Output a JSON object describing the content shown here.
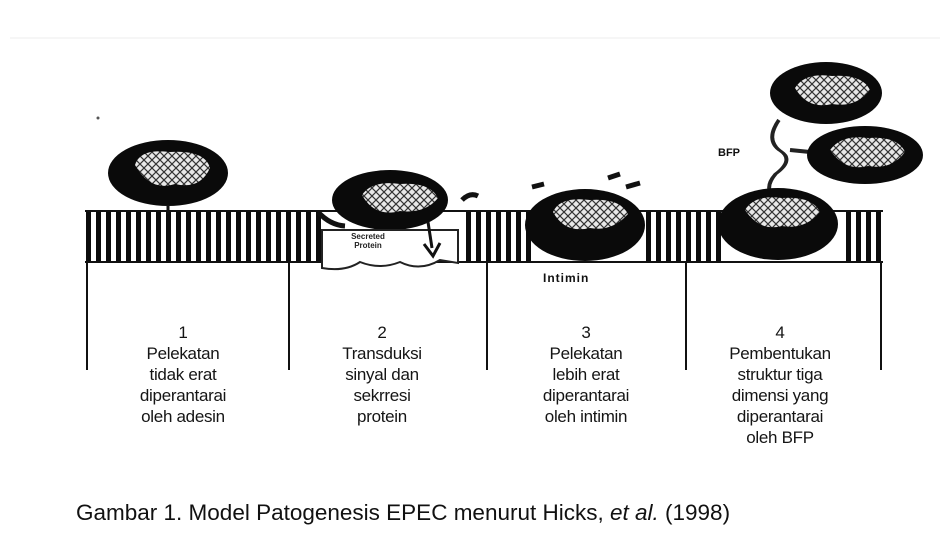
{
  "diagram": {
    "stages": [
      {
        "number": "1",
        "lines": [
          "Pelekatan",
          "tidak erat",
          "diperantarai",
          "oleh  adesin"
        ]
      },
      {
        "number": "2",
        "lines": [
          "Transduksi",
          "sinyal dan",
          "sekrresi",
          "protein"
        ]
      },
      {
        "number": "3",
        "lines": [
          "Pelekatan",
          "lebih erat",
          "diperantarai",
          "oleh intimin"
        ]
      },
      {
        "number": "4",
        "lines": [
          "Pembentukan",
          "struktur tiga",
          "dimensi yang",
          "diperantarai",
          "oleh BFP"
        ]
      }
    ],
    "labels": {
      "bfp": "BFP",
      "intimin": "Intimin",
      "secreted_line1": "Secreted",
      "secreted_line2": "Protein"
    },
    "caption": {
      "prefix": "Gambar 1.  Model Patogenesis EPEC menurut Hicks, ",
      "italic": "et al.",
      "suffix": " (1998)"
    }
  }
}
